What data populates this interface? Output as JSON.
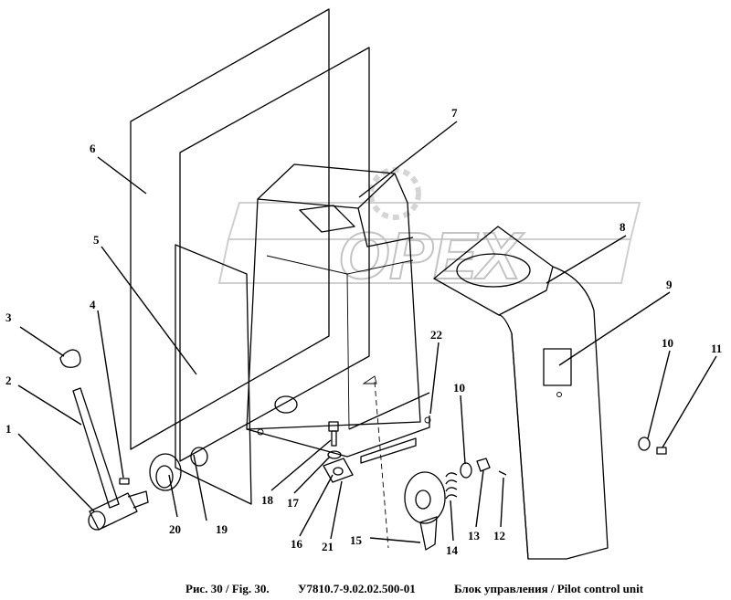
{
  "watermark": "OPEX",
  "caption": {
    "figure": "Рис. 30 / Fig. 30.",
    "code": "У7810.7-9.02.02.500-01",
    "title": "Блок управления / Pilot control unit"
  },
  "callouts": [
    "1",
    "2",
    "3",
    "4",
    "5",
    "6",
    "7",
    "8",
    "9",
    "10",
    "10",
    "11",
    "12",
    "13",
    "14",
    "15",
    "16",
    "17",
    "18",
    "19",
    "20",
    "21",
    "22"
  ]
}
